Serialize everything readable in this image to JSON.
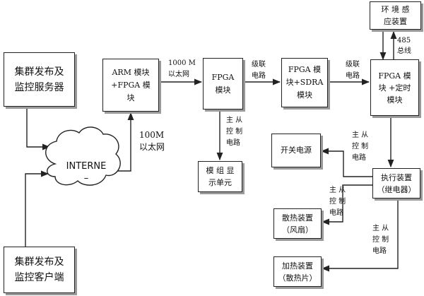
{
  "colors": {
    "line": "#222222",
    "shadow": "#9a9a9a",
    "background": "#ffffff"
  },
  "boxes": {
    "cluster_server": "集群发布及\n监控服务器",
    "cluster_client": "集群发布及\n监控客户端",
    "internet": "INTERNE\n–",
    "arm_fpga": "ARM  模块\n+FPGA   模\n块",
    "fpga": "FPGA\n模块",
    "fpga_sdra": "FPGA   模\n块+SDRA 模块",
    "fpga_timer": "FPGA  模\n块  +定时\n模块",
    "env_sensor": "环 境 感\n应装置",
    "display": "模 组 显\n示单元",
    "switch_power": "开关电源",
    "actuator": "执行装置\n（继电器）",
    "fan": "散热装置\n（风扇）",
    "heater": "加热装置\n（散热片）"
  },
  "edge_labels": {
    "eth_100m": "100M\n以太网",
    "eth_1000m": "1000  M\n以太网",
    "cascade_1": "级联\n电路",
    "cascade_2": "级联\n电路",
    "bus_485": "485\n总线",
    "ctrl_display": "主  从\n控  制\n电路",
    "ctrl_actuator": "主 从\n控 制\n电路",
    "ctrl_switch": "主 从\n控 制\n电路",
    "ctrl_fan": "主 从\n控 制\n电路"
  }
}
